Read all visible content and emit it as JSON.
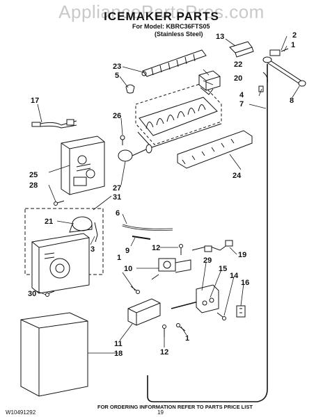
{
  "watermark": "AppliancePartsPros.com",
  "header": {
    "title": "ICEMAKER PARTS",
    "model_line": "For Model: KBRC36FTS05",
    "finish_line": "(Stainless Steel)"
  },
  "callouts": [
    "1",
    "2",
    "3",
    "4",
    "5",
    "6",
    "7",
    "8",
    "9",
    "10",
    "11",
    "12",
    "13",
    "14",
    "15",
    "16",
    "17",
    "18",
    "19",
    "20",
    "21",
    "22",
    "23",
    "24",
    "25",
    "26",
    "27",
    "28",
    "29",
    "30",
    "31"
  ],
  "footer": {
    "ordering_note": "FOR ORDERING INFORMATION REFER TO PARTS PRICE LIST",
    "doc_id": "W10491292",
    "page_number": "19"
  }
}
